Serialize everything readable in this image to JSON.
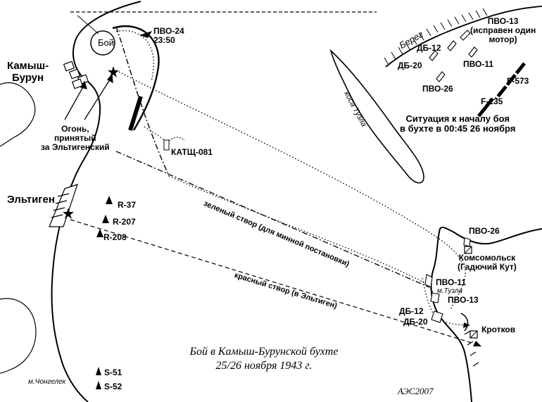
{
  "title": {
    "line1": "Бой в Камыш-Бурунской бухте",
    "line2": "25/26 ноября 1943 г."
  },
  "places": {
    "kamysh_burun": "Камыш-\nБурун",
    "eltigen": "Эльтиген",
    "kosa_tuzla": "коса Тузла",
    "bereg": "Берег",
    "komsomolsk": "Комсомольск\n(Гадючий Кут)",
    "m_tuzla": "м.Тузла",
    "krotkov": "Кротков",
    "m_chongelek": "м.Чонгелек"
  },
  "annotations": {
    "boi": "Бой",
    "fire": "Огонь,\nпринятый\nза Эльтигенский",
    "pvo24_time": "ПВО-24\n23:50",
    "situation": "Ситуация к началу боя\nв бухте в 00:45 26 ноября",
    "green_line": "зеленый створ (для минной постановки)",
    "red_line": "красный створ (в Эльтиген)"
  },
  "vessels": {
    "katsch081": "КАТЩ-081",
    "r37": "R-37",
    "r207": "R-207",
    "r208": "R-208",
    "s51": "S-51",
    "s52": "S-52",
    "pvo26": "ПВО-26",
    "pvo11": "ПВО-11",
    "pvo13": "ПВО-13",
    "db12": "ДБ-12",
    "db20": "ДБ-20"
  },
  "inset": {
    "pvo13": "ПВО-13\n(исправен один\nмотор)",
    "db12": "ДБ-12",
    "db20": "ДБ-20",
    "pvo11": "ПВО-11",
    "pvo26": "ПВО-26",
    "f573": "F-573",
    "f135": "F-135"
  },
  "signature": "АЭС2007",
  "colors": {
    "ink": "#000000",
    "paper": "#ffffff"
  }
}
